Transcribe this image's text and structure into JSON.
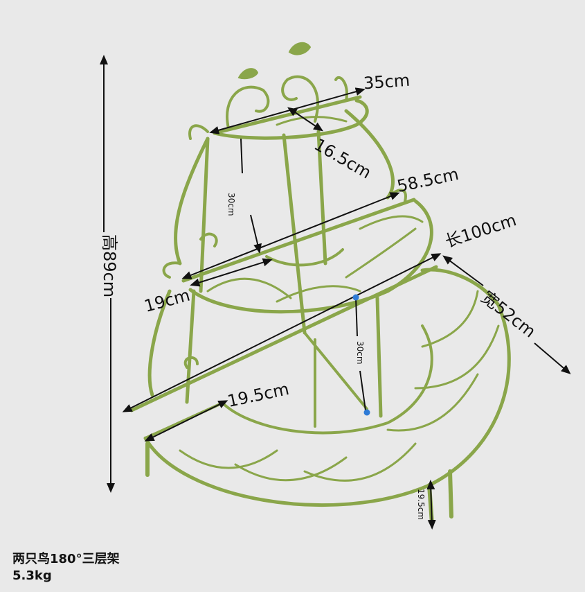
{
  "dimensions": {
    "top_width": "35cm",
    "top_depth": "16.5cm",
    "top_gap": "30cm",
    "middle_width": "58.5cm",
    "middle_depth": "19cm",
    "length": "长100cm",
    "width": "宽52cm",
    "bottom_depth": "19.5cm",
    "bottom_gap": "30cm",
    "leg_height": "19.5cm",
    "height": "高89cm"
  },
  "caption": {
    "title": "两只鸟180°三层架",
    "weight": "5.3kg"
  },
  "colors": {
    "background": "#e9e9e9",
    "frame": "#8aa64a",
    "frame_dark": "#6f8a36",
    "marker": "#2e7bd6"
  }
}
